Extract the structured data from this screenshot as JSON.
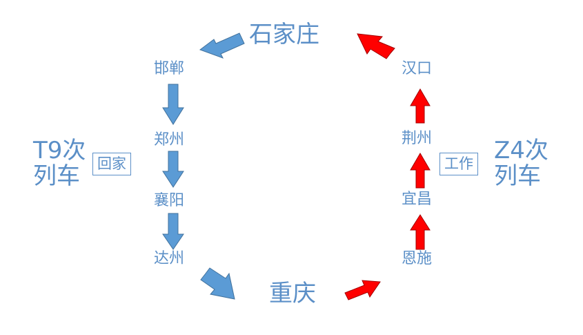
{
  "stations": {
    "shijiazhuang": "石家庄",
    "handan": "邯郸",
    "zhengzhou": "郑州",
    "xiangyang": "襄阳",
    "dazhou": "达州",
    "chongqing": "重庆",
    "enshi": "恩施",
    "yichang": "宜昌",
    "jingzhou": "荆州",
    "hankou": "汉口"
  },
  "left_train": {
    "line1": "T9次",
    "line2": "列车",
    "purpose": "回家"
  },
  "right_train": {
    "line1": "Z4次",
    "line2": "列车",
    "purpose": "工作"
  },
  "colors": {
    "text": "#5b8fc7",
    "blue_arrow": "#5b9bd5",
    "blue_arrow_stroke": "#41719c",
    "red_arrow": "#ff0000",
    "red_arrow_stroke": "#a00000"
  }
}
